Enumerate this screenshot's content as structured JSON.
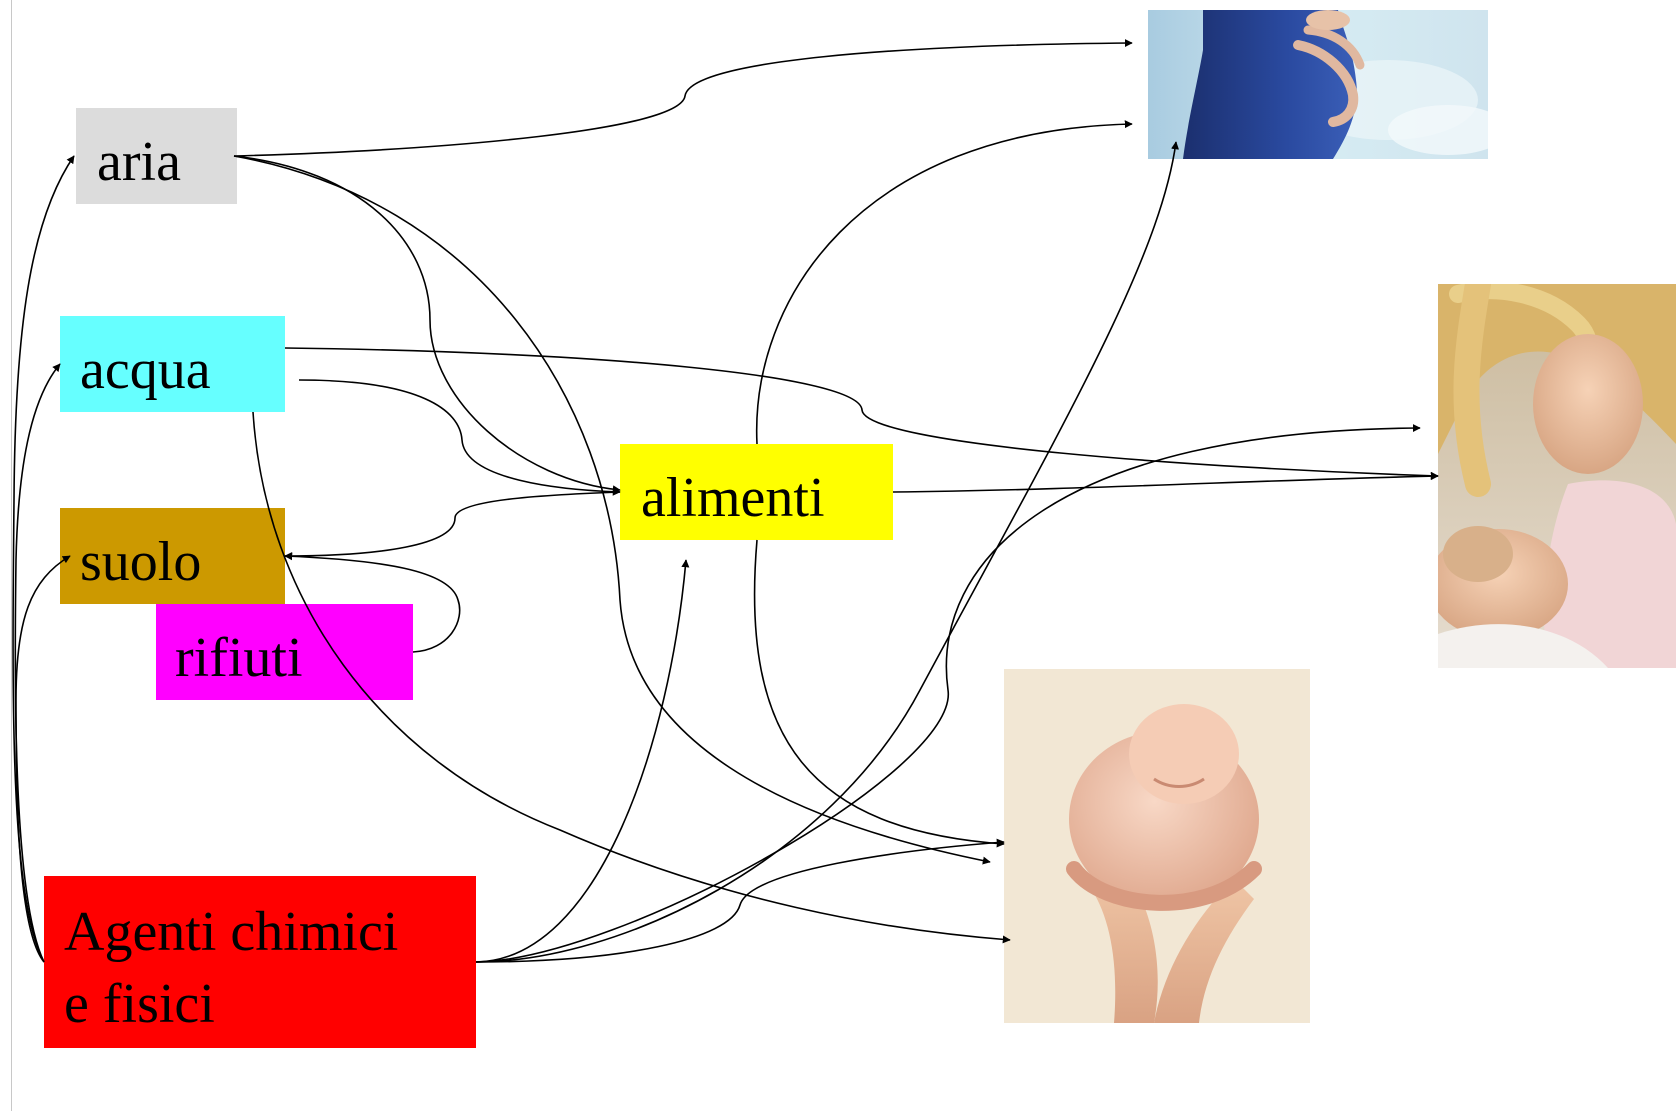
{
  "nodes": {
    "aria": {
      "label": "aria",
      "color": "#dcdcdc"
    },
    "acqua": {
      "label": "acqua",
      "color": "#66ffff"
    },
    "suolo": {
      "label": "suolo",
      "color": "#cc9900"
    },
    "rifiuti": {
      "label": "rifiuti",
      "color": "#ff00ff"
    },
    "alimenti": {
      "label": "alimenti",
      "color": "#ffff00"
    },
    "agenti": {
      "line1": "Agenti chimici",
      "line2": "e fisici",
      "color": "#ff0000"
    }
  },
  "images": [
    {
      "name": "pregnant-woman-image",
      "subject": "pregnant woman"
    },
    {
      "name": "breastfeeding-mother-image",
      "subject": "breastfeeding mother"
    },
    {
      "name": "newborn-baby-image",
      "subject": "newborn baby in hands"
    }
  ],
  "arrow_color": "#000000"
}
